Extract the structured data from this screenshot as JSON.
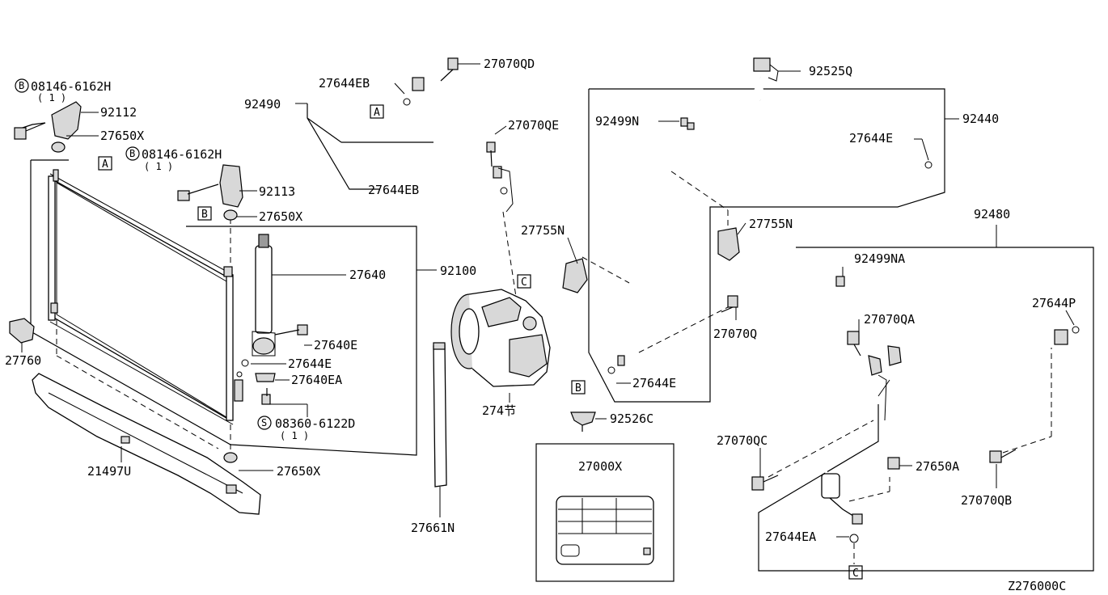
{
  "diagram_code": "Z276000C",
  "callouts": {
    "A": "A",
    "B": "B",
    "C": "C",
    "S": "S"
  },
  "labels": {
    "p1": "08146-6162H",
    "p1q": "( 1 )",
    "p2": "92112",
    "p3": "27650X",
    "p4": "08146-6162H",
    "p4q": "( 1 )",
    "p5": "92113",
    "p6": "27650X",
    "p7": "27640",
    "p8": "92100",
    "p9": "27640E",
    "p10": "27644E",
    "p11": "27640EA",
    "p12": "08360-6122D",
    "p12q": "( 1 )",
    "p13": "27650X",
    "p14": "27760",
    "p15": "21497U",
    "p16": "27644EB",
    "p17": "92490",
    "p18": "27070QD",
    "p19": "27070QE",
    "p20": "27644EB",
    "p21": "27755N",
    "p22": "274节",
    "p23": "27661N",
    "p24": "92526C",
    "p25": "27000X",
    "p26": "92525Q",
    "p27": "92499N",
    "p28": "92440",
    "p29": "27644E",
    "p30": "27755N",
    "p31": "27070Q",
    "p32": "27644E",
    "p33": "92480",
    "p34": "92499NA",
    "p35": "27644P",
    "p36": "27070QA",
    "p37": "27070QC",
    "p38": "27650A",
    "p39": "27070QB",
    "p40": "27644EA"
  },
  "icons": {
    "condenser": "condenser-icon",
    "receiver": "receiver-drier-icon",
    "compressor": "compressor-icon",
    "hose": "hose-icon",
    "pipe": "pipe-icon",
    "bolt": "bolt-icon",
    "bracket": "bracket-icon",
    "label_plate": "label-plate-icon"
  }
}
